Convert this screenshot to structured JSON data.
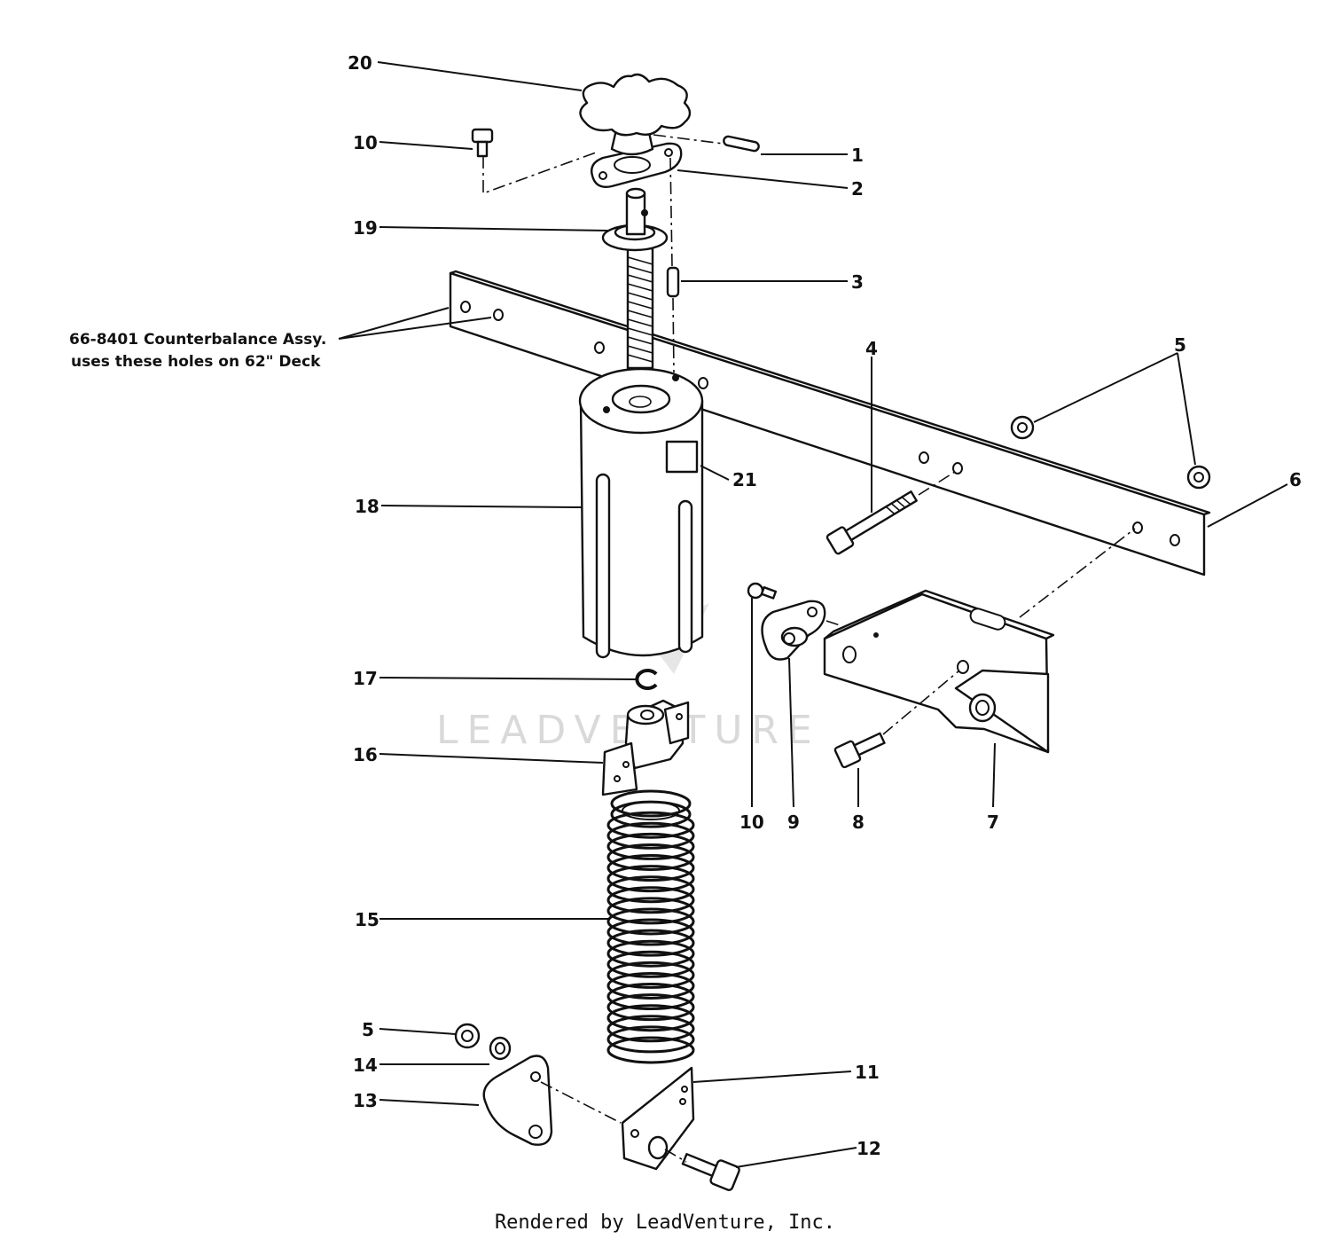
{
  "callouts": [
    {
      "id": "c20",
      "text": "20"
    },
    {
      "id": "c10a",
      "text": "10"
    },
    {
      "id": "c1",
      "text": "1"
    },
    {
      "id": "c2",
      "text": "2"
    },
    {
      "id": "c19",
      "text": "19"
    },
    {
      "id": "c3",
      "text": "3"
    },
    {
      "id": "c4",
      "text": "4"
    },
    {
      "id": "c5a",
      "text": "5"
    },
    {
      "id": "c6",
      "text": "6"
    },
    {
      "id": "c21",
      "text": "21"
    },
    {
      "id": "c18",
      "text": "18"
    },
    {
      "id": "c17",
      "text": "17"
    },
    {
      "id": "c16",
      "text": "16"
    },
    {
      "id": "c10b",
      "text": "10"
    },
    {
      "id": "c9",
      "text": "9"
    },
    {
      "id": "c8",
      "text": "8"
    },
    {
      "id": "c7",
      "text": "7"
    },
    {
      "id": "c15",
      "text": "15"
    },
    {
      "id": "c5b",
      "text": "5"
    },
    {
      "id": "c14",
      "text": "14"
    },
    {
      "id": "c13",
      "text": "13"
    },
    {
      "id": "c11",
      "text": "11"
    },
    {
      "id": "c12",
      "text": "12"
    }
  ],
  "note": {
    "line1": "66-8401 Counterbalance Assy.",
    "line2": "uses these holes on 62\" Deck"
  },
  "watermark": "LEADVENTURE",
  "footer": "Rendered by LeadVenture, Inc."
}
